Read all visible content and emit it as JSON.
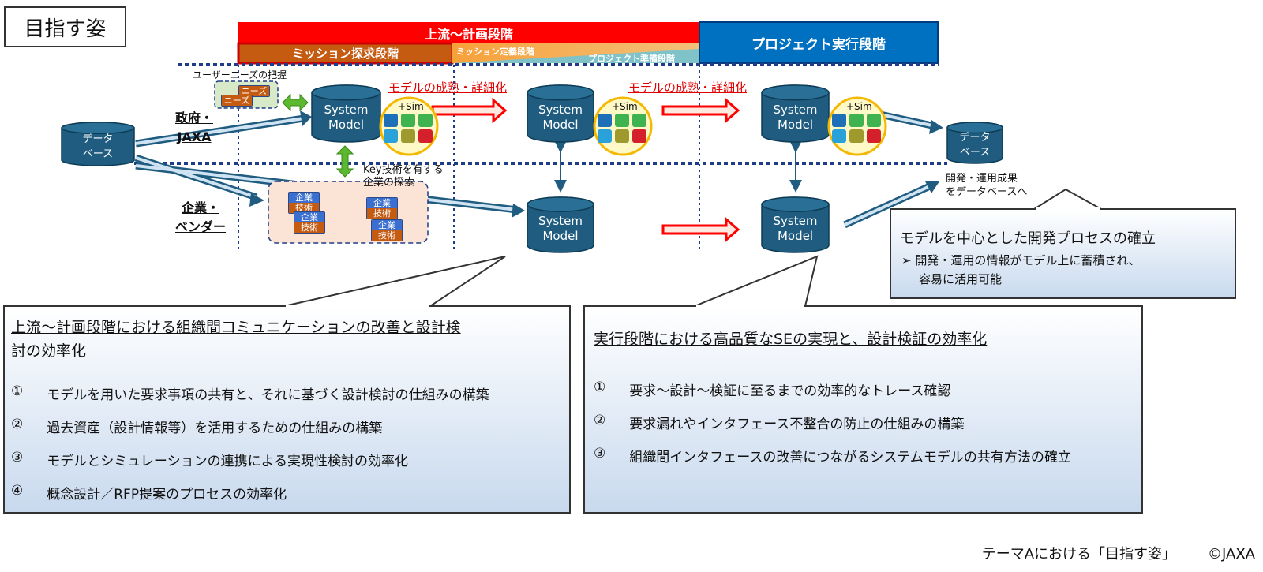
{
  "title": "目指す姿",
  "phases": {
    "upstream": "上流～計画段階",
    "execution": "プロジェクト実行段階",
    "mission_explore": "ミッション探求段階",
    "mission_define": "ミッション定義段階",
    "project_prep": "プロジェクト準備段階"
  },
  "rows": {
    "gov": "政府・\nJAXA",
    "gov_line1": "政府・",
    "gov_line2": "JAXA",
    "company_line1": "企業・",
    "company_line2": "ベンダー"
  },
  "database": {
    "line1": "データ",
    "line2": "ベース"
  },
  "system_model": {
    "line1": "System",
    "line2": "Model"
  },
  "sim_label": "+Sim",
  "user_needs": {
    "label": "ユーザーニーズの把握",
    "chip": "ニーズ"
  },
  "key_tech": {
    "line1": "Key技術を有する",
    "line2": "企業の探索",
    "chip_top": "企業",
    "chip_bottom": "技術"
  },
  "maturation": "モデルの成熟・詳細化",
  "results": {
    "line1": "開発・運用成果",
    "line2": "をデータベースへ"
  },
  "callout_right": {
    "title": "モデルを中心とした開発プロセスの確立",
    "bullet_line1": "開発・運用の情報がモデル上に蓄積され、",
    "bullet_line2": "容易に活用可能"
  },
  "callout_left": {
    "title_line1": "上流～計画段階における組織間コミュニケーションの改善と設計検",
    "title_line2": "討の効率化",
    "items": [
      {
        "num": "①",
        "text": "モデルを用いた要求事項の共有と、それに基づく設計検討の仕組みの構築"
      },
      {
        "num": "②",
        "text": "過去資産（設計情報等）を活用するための仕組みの構築"
      },
      {
        "num": "③",
        "text": "モデルとシミュレーションの連携による実現性検討の効率化"
      },
      {
        "num": "④",
        "text": "概念設計／RFP提案のプロセスの効率化"
      }
    ]
  },
  "callout_mid": {
    "title": "実行段階における高品質なSEの実現と、設計検証の効率化",
    "items": [
      {
        "num": "①",
        "text": "要求～設計～検証に至るまでの効率的なトレース確認"
      },
      {
        "num": "②",
        "text": "要求漏れやインタフェース不整合の防止の仕組みの構築"
      },
      {
        "num": "③",
        "text": "組織間インタフェースの改善につながるシステムモデルの共有方法の確立"
      }
    ]
  },
  "footer": {
    "caption": "テーマAにおける「目指す姿」",
    "copyright": "©JAXA"
  },
  "colors": {
    "red": "#ff0000",
    "brown": "#c55a11",
    "blue": "#0070c0",
    "navy": "#1f5c7f",
    "dotted": "#1f3c88"
  }
}
